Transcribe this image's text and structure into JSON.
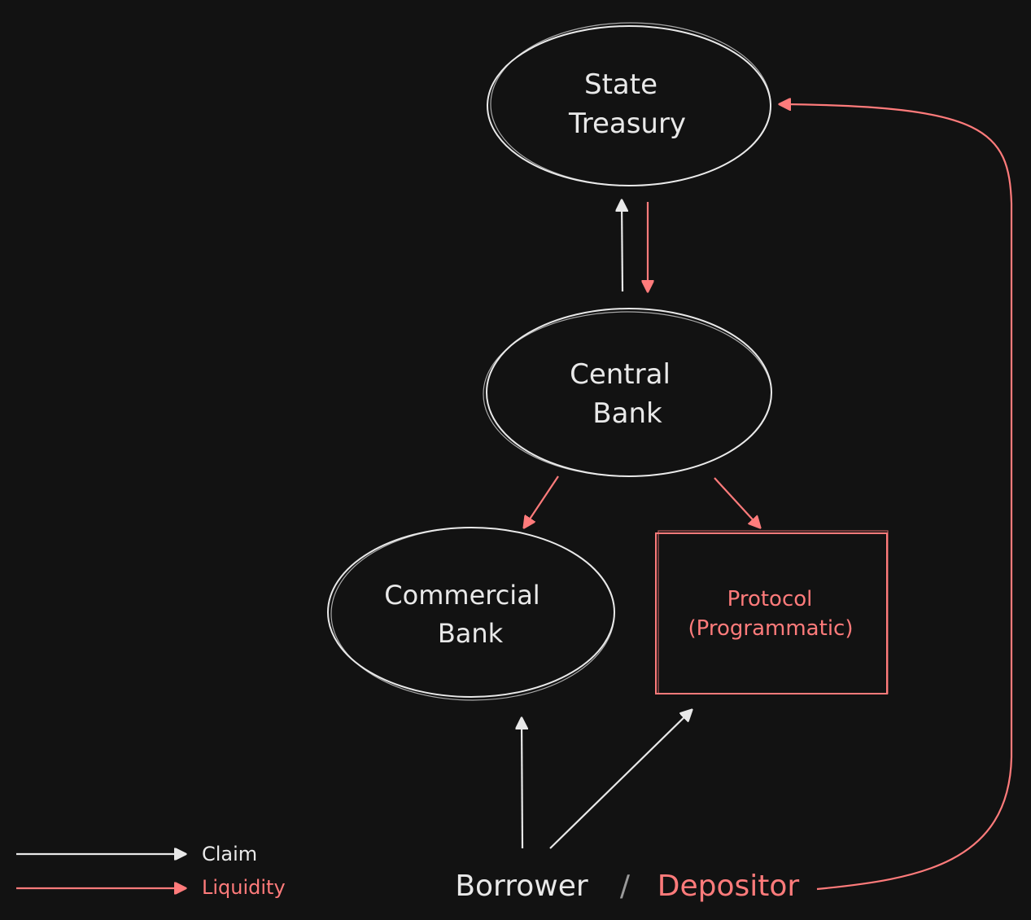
{
  "colors": {
    "background": "#121212",
    "claim": "#e9e9e9",
    "liquidity": "#ff7b7b"
  },
  "nodes": {
    "state_treasury": {
      "line1": "State",
      "line2": "Treasury"
    },
    "central_bank": {
      "line1": "Central",
      "line2": "Bank"
    },
    "commercial_bank": {
      "line1": "Commercial",
      "line2": "Bank"
    },
    "protocol": {
      "line1": "Protocol",
      "line2": "(Programmatic)"
    },
    "borrower": {
      "borrower": "Borrower",
      "separator": "/",
      "depositor": "Depositor"
    }
  },
  "legend": {
    "claim": "Claim",
    "liquidity": "Liquidity"
  },
  "edges": [
    {
      "from": "Central Bank",
      "to": "State Treasury",
      "kind": "claim"
    },
    {
      "from": "State Treasury",
      "to": "Central Bank",
      "kind": "liquidity"
    },
    {
      "from": "Central Bank",
      "to": "Commercial Bank",
      "kind": "liquidity"
    },
    {
      "from": "Central Bank",
      "to": "Protocol (Programmatic)",
      "kind": "liquidity"
    },
    {
      "from": "Borrower",
      "to": "Commercial Bank",
      "kind": "claim"
    },
    {
      "from": "Borrower",
      "to": "Protocol (Programmatic)",
      "kind": "claim"
    },
    {
      "from": "Depositor",
      "to": "State Treasury",
      "kind": "liquidity"
    }
  ]
}
